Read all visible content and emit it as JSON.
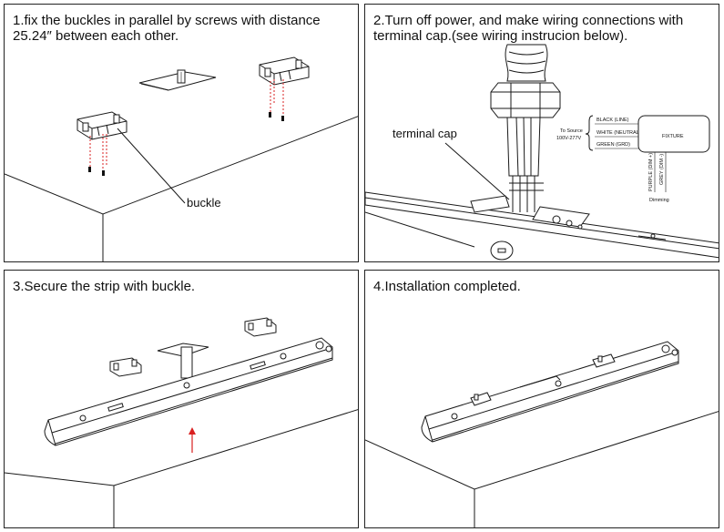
{
  "steps": [
    {
      "caption": "1.fix the buckles in parallel by screws with distance\n25.24″ between each other."
    },
    {
      "caption": "2.Turn off power, and make wiring connections with\nterminal cap.(see wiring instrucion below)."
    },
    {
      "caption": "3.Secure the strip with buckle."
    },
    {
      "caption": "4.Installation completed."
    }
  ],
  "labels": {
    "buckle": "buckle",
    "terminal_cap": "terminal cap",
    "to_source": "To Source",
    "voltage": "100V-277V",
    "black": "BLACK (LINE)",
    "white": "WHITE (NEUTRAL)",
    "green": "GREEN (GRD)",
    "fixture": "FIXTURE",
    "purple": "PURPLE (DIM +)",
    "grey": "GREY (DIM -)",
    "dimming": "Dimming"
  },
  "colors": {
    "screw_line": "#d92020",
    "arrow": "#d92020",
    "line": "#1a1a1a"
  }
}
